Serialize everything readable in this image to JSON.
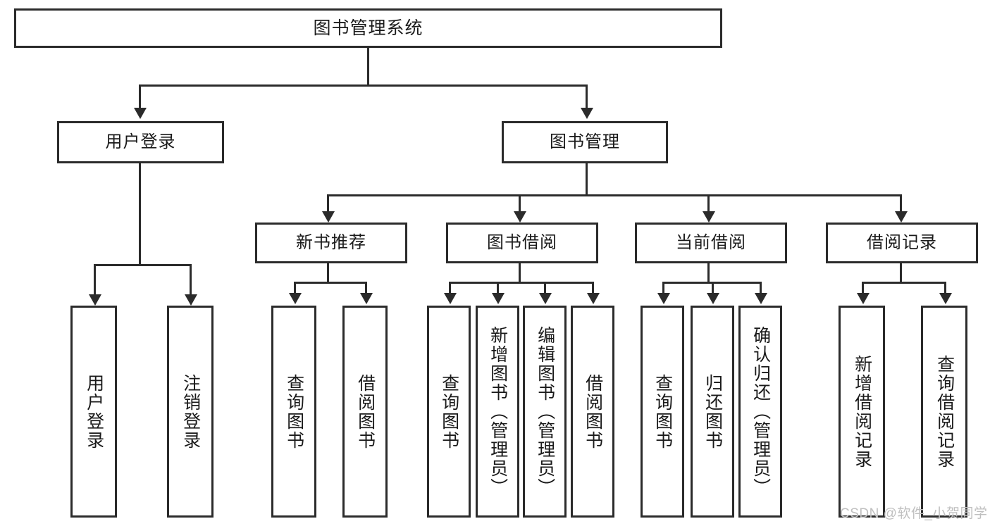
{
  "diagram": {
    "title": "图书管理系统",
    "type": "hierarchy-tree",
    "root": {
      "label": "图书管理系统"
    },
    "level2": [
      {
        "label": "用户登录"
      },
      {
        "label": "图书管理"
      }
    ],
    "level3": [
      {
        "label": "新书推荐"
      },
      {
        "label": "图书借阅"
      },
      {
        "label": "当前借阅"
      },
      {
        "label": "借阅记录"
      }
    ],
    "leaves": {
      "user_login": [
        {
          "label": "用户登录"
        },
        {
          "label": "注销登录"
        }
      ],
      "new_book_recommend": [
        {
          "label": "查询图书"
        },
        {
          "label": "借阅图书"
        }
      ],
      "book_borrow": [
        {
          "label": "查询图书"
        },
        {
          "label": "新增图书（管理员）"
        },
        {
          "label": "编辑图书（管理员）"
        },
        {
          "label": "借阅图书"
        }
      ],
      "current_borrow": [
        {
          "label": "查询图书"
        },
        {
          "label": "归还图书"
        },
        {
          "label": "确认归还（管理员）"
        }
      ],
      "borrow_record": [
        {
          "label": "新增借阅记录"
        },
        {
          "label": "查询借阅记录"
        }
      ]
    }
  },
  "watermark": {
    "text": "CSDN @软件_小贺同学"
  },
  "colors": {
    "stroke": "#2b2b2b",
    "fill": "#ffffff",
    "text": "#1a1a1a",
    "watermark": "#bfbfbf"
  }
}
